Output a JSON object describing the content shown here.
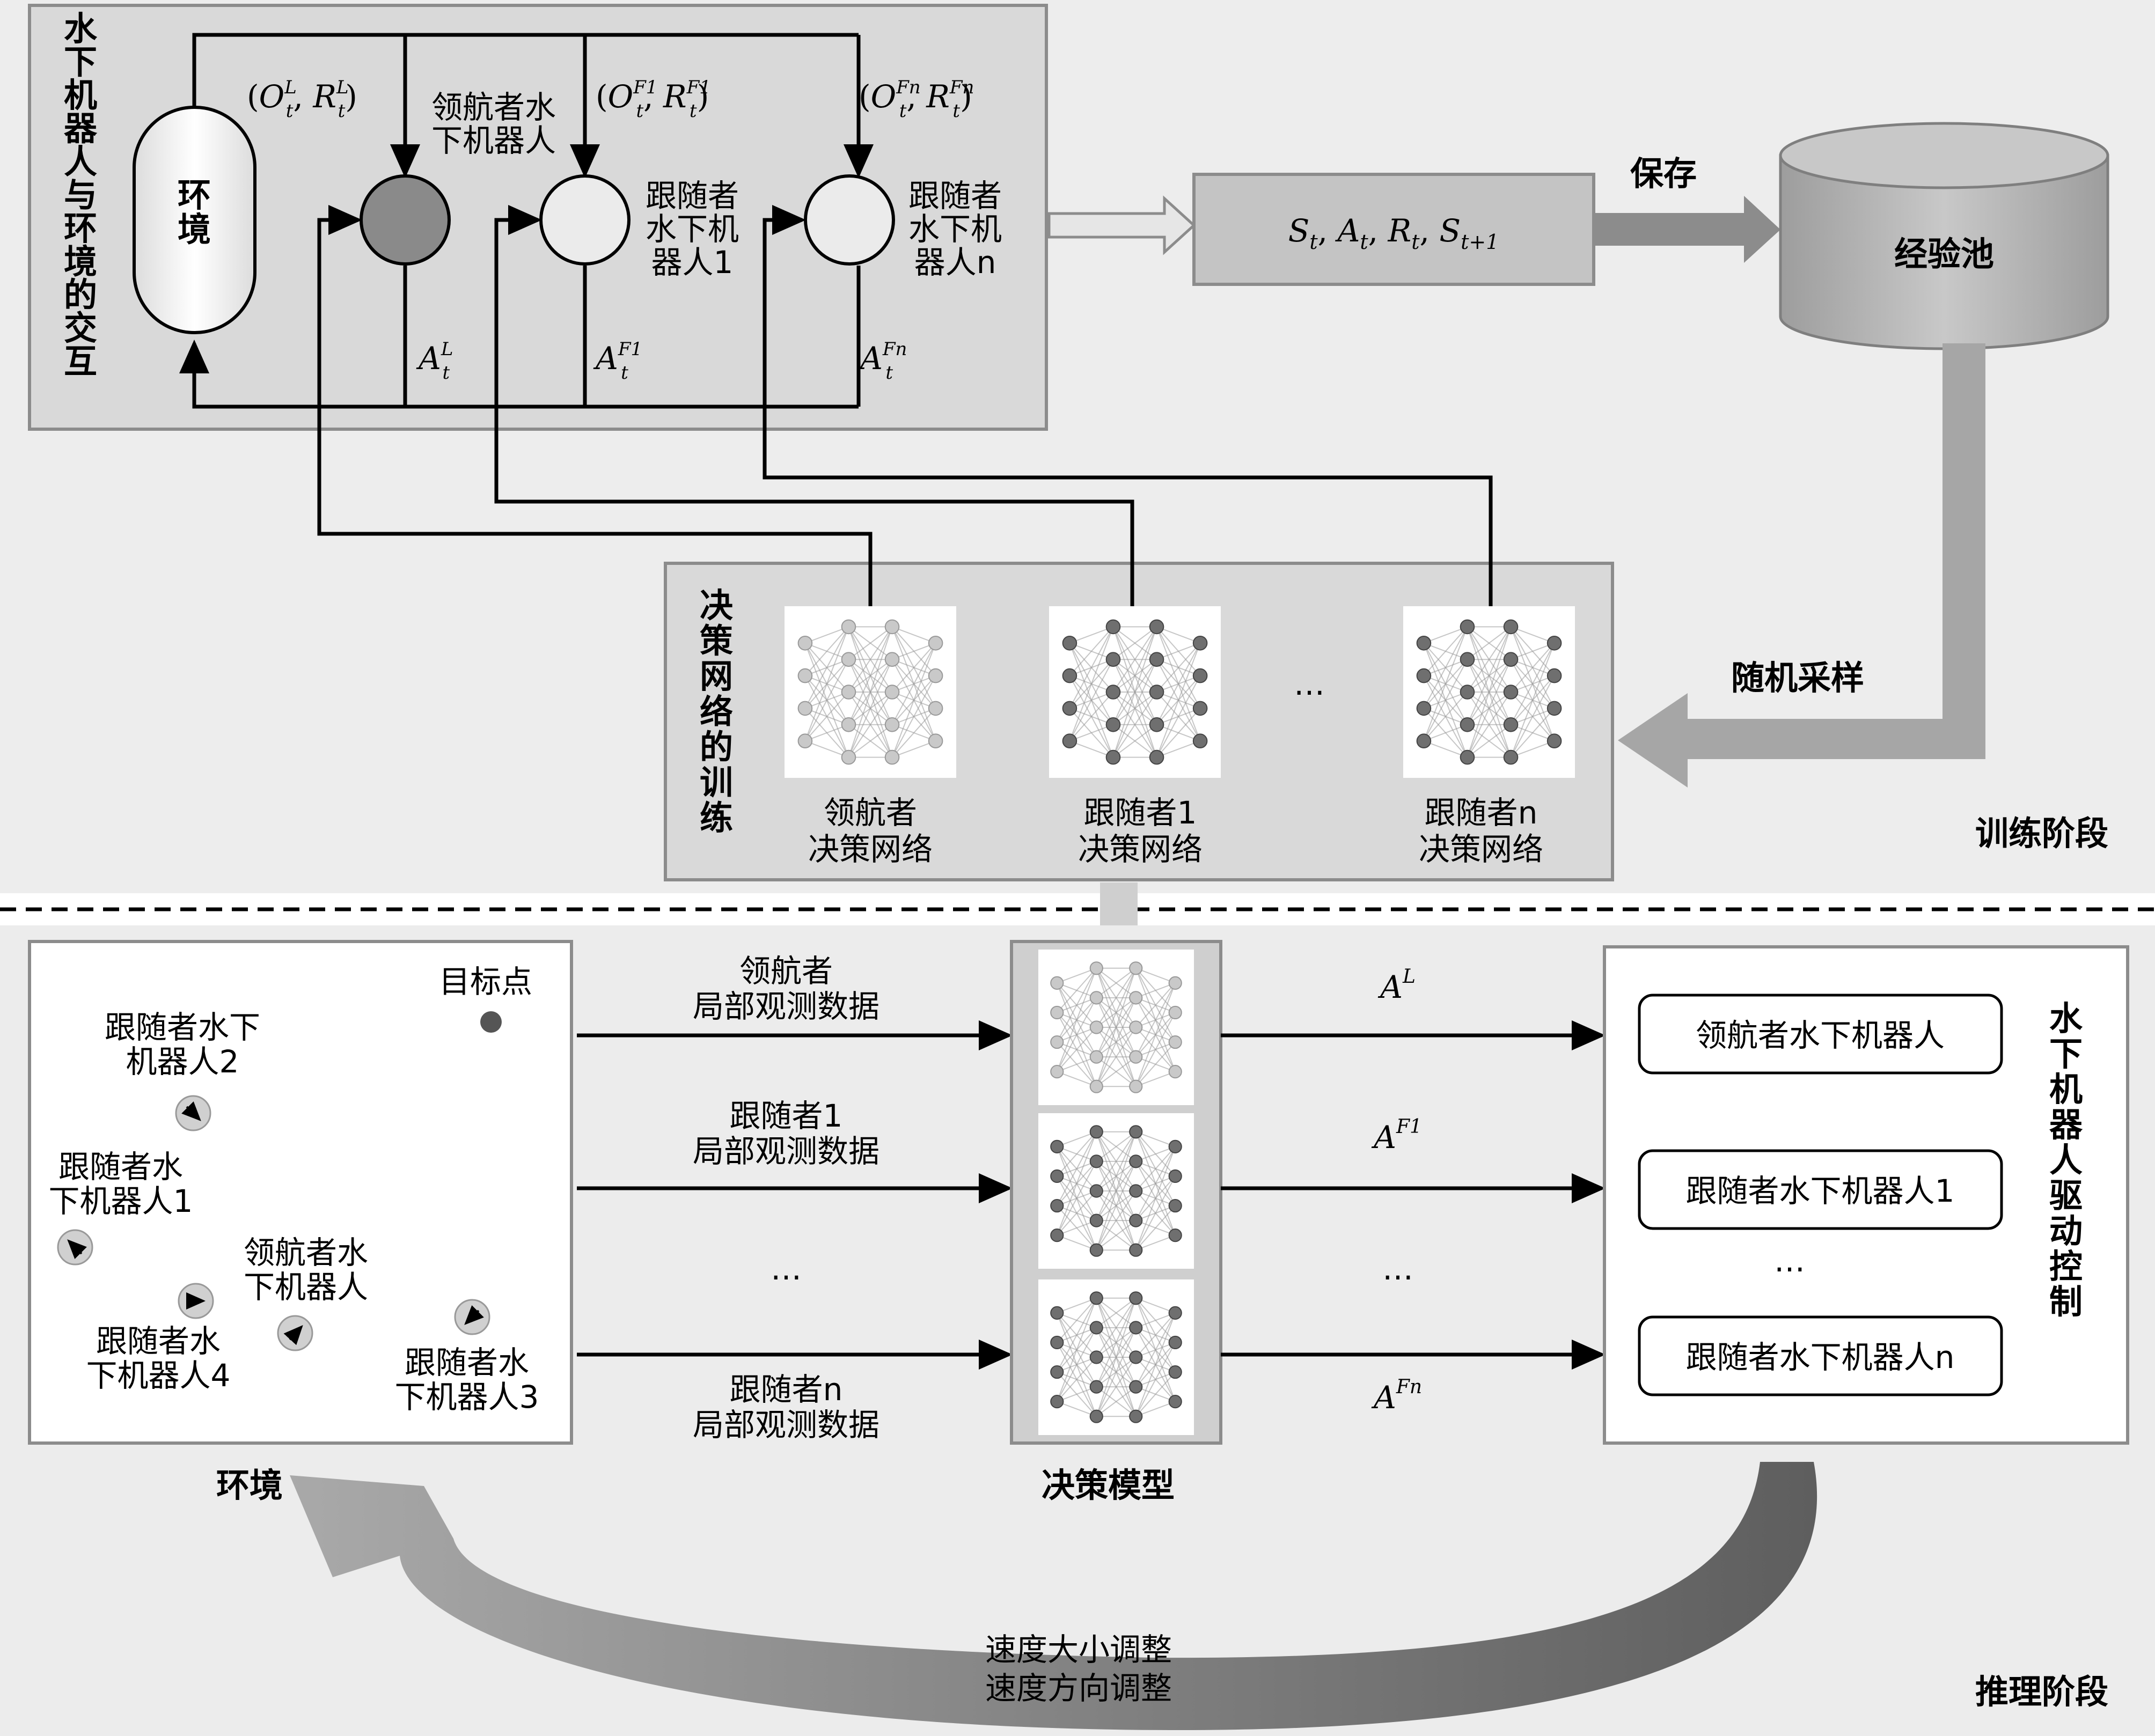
{
  "colors": {
    "panel_top": "#d9d9d9",
    "panel_bottom": "#e6e6e6",
    "box_gray": "#c4c4c4",
    "db_gray": "#b3b3b3",
    "arrow_gray": "#8c8c8c",
    "leader_node": "#8a8a8a",
    "follower_node": "#ebebeb"
  },
  "top": {
    "interaction_title": "水下机器人与环境的交互",
    "env_label": "环境",
    "leader_label": "领航者水下机器人",
    "leader_label_lines": [
      "领航者水",
      "下机器人"
    ],
    "follower1_lines": [
      "跟随者",
      "水下机",
      "器人1"
    ],
    "followern_lines": [
      "跟随者",
      "水下机",
      "器人n"
    ],
    "obs_leader": "(O_t^L, R_t^L)",
    "obs_f1": "(O_t^F1, R_t^F1)",
    "obs_fn": "(O_t^Fn, R_t^Fn)",
    "act_leader": "A_t^L",
    "act_f1": "A_t^F1",
    "act_fn": "A_t^Fn",
    "tuple": "S_t, A_t, R_t, S_t+1",
    "save_label": "保存",
    "pool_label": "经验池",
    "sample_label": "随机采样",
    "train_title": "决策网络的训练",
    "net_leader_lines": [
      "领航者",
      "决策网络"
    ],
    "net_f1_lines": [
      "跟随者1",
      "决策网络"
    ],
    "net_fn_lines": [
      "跟随者n",
      "决策网络"
    ],
    "ellipsis": "…",
    "stage_label": "训练阶段"
  },
  "bottom": {
    "target_label": "目标点",
    "robots": [
      {
        "lines": [
          "跟随者水下",
          "机器人2"
        ]
      },
      {
        "lines": [
          "跟随者水",
          "下机器人1"
        ]
      },
      {
        "lines": [
          "领航者水",
          "下机器人"
        ]
      },
      {
        "lines": [
          "跟随者水",
          "下机器人4"
        ]
      },
      {
        "lines": [
          "跟随者水",
          "下机器人3"
        ]
      }
    ],
    "env_caption": "环境",
    "obs_leader_lines": [
      "领航者",
      "局部观测数据"
    ],
    "obs_f1_lines": [
      "跟随者1",
      "局部观测数据"
    ],
    "obs_fn_lines": [
      "跟随者n",
      "局部观测数据"
    ],
    "ellipsis": "…",
    "model_caption": "决策模型",
    "act_leader": "A^L",
    "act_f1": "A^F1",
    "act_fn": "A^Fn",
    "drive_leader": "领航者水下机器人",
    "drive_f1": "跟随者水下机器人1",
    "drive_fn": "跟随者水下机器人n",
    "drive_title": "水下机器人驱动控制",
    "adjust_lines": [
      "速度大小调整",
      "速度方向调整"
    ],
    "stage_label": "推理阶段"
  }
}
